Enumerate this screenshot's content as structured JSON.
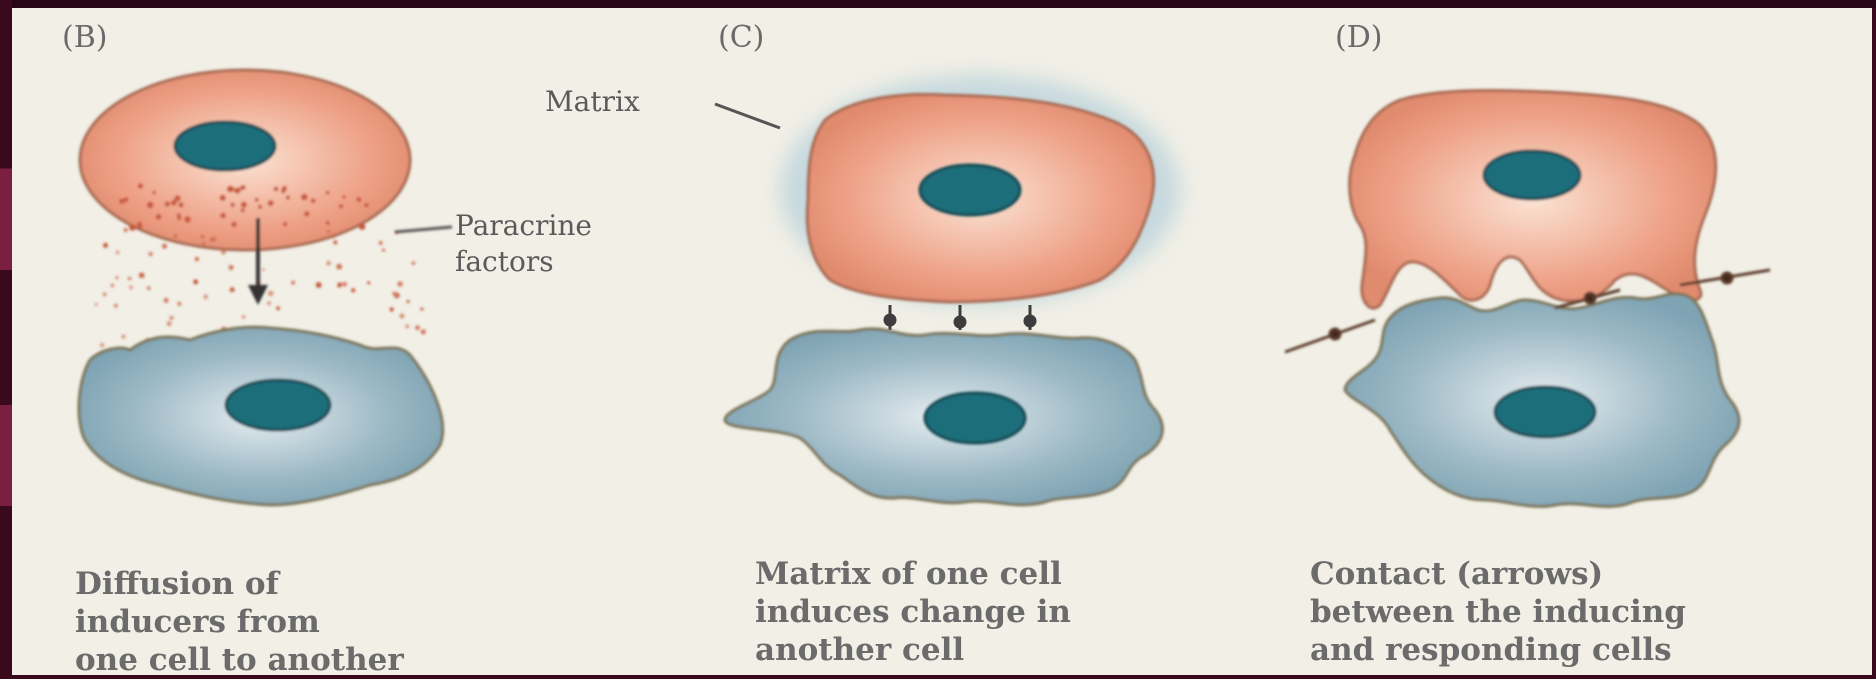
{
  "panels": [
    {
      "label": "(B)",
      "caption": "Diffusion of\ninducers from\none cell to another"
    },
    {
      "label": "(C)",
      "caption": "Matrix of one cell\ninduces change in\nanother cell"
    },
    {
      "label": "(D)",
      "caption": "Contact (arrows)\nbetween the inducing\nand responding cells"
    }
  ],
  "callouts": {
    "matrix": "Matrix",
    "paracrine": "Paracrine\nfactors"
  },
  "colors": {
    "inducing_cell": "#e8967a",
    "responding_cell": "#8fb0c0",
    "nucleus": "#1f6e7a",
    "background": "#f1efe6"
  }
}
